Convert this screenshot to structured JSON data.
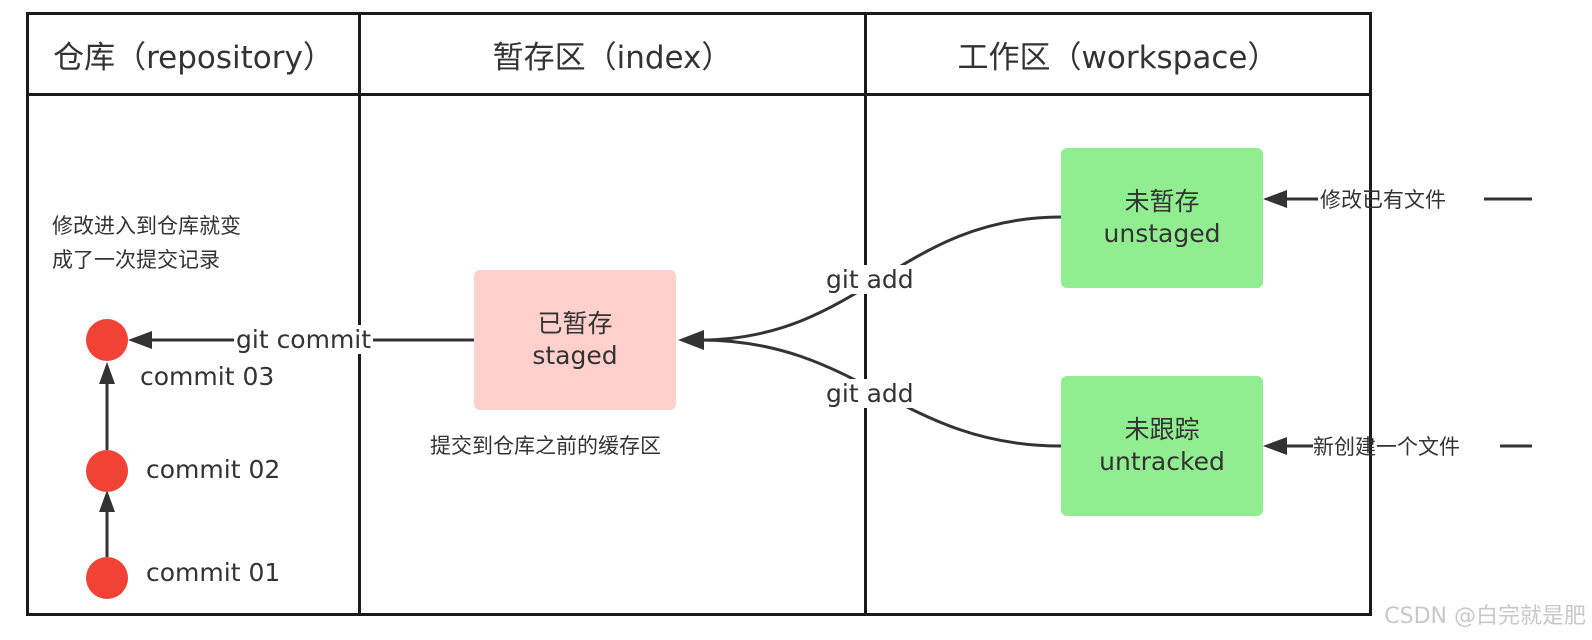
{
  "columns": {
    "repository": "仓库（repository）",
    "index": "暂存区（index）",
    "workspace": "工作区（workspace）"
  },
  "repository": {
    "note_line1": "修改进入到仓库就变",
    "note_line2": "成了一次提交记录",
    "commits": [
      "commit  03",
      "commit  02",
      "commit  01"
    ]
  },
  "index": {
    "box_line1": "已暂存",
    "box_line2": "staged",
    "note": "提交到仓库之前的缓存区"
  },
  "workspace": {
    "unstaged_line1": "未暂存",
    "unstaged_line2": "unstaged",
    "untracked_line1": "未跟踪",
    "untracked_line2": "untracked",
    "modify_label": "修改已有文件",
    "new_label": "新创建一个文件"
  },
  "edges": {
    "git_commit": "git commit",
    "git_add_top": "git add",
    "git_add_bottom": "git add"
  },
  "colors": {
    "staged": "#ffd0cc",
    "unstaged": "#90ee90",
    "commit_dot": "#f04336"
  },
  "watermark": "CSDN @白完就是肥"
}
